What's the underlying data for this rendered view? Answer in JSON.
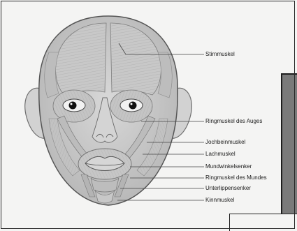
{
  "labels": {
    "forehead": "Stirnmuskel",
    "eye_ring": "Ringmuskel des Auges",
    "zygomatic": "Jochbeinmuskel",
    "laughing": "Lachmuskel",
    "mouth_corner": "Mundwinkelsenker",
    "mouth_ring": "Ringmuskel des Mundes",
    "lower_lip": "Unterlippensenker",
    "chin": "Kinnmuskel"
  },
  "colors": {
    "muscle": "#c9c9c9",
    "muscle_dark": "#9a9a9a",
    "outline": "#6e6e6e",
    "leader": "#444444",
    "panel": "#7a7a7a"
  }
}
